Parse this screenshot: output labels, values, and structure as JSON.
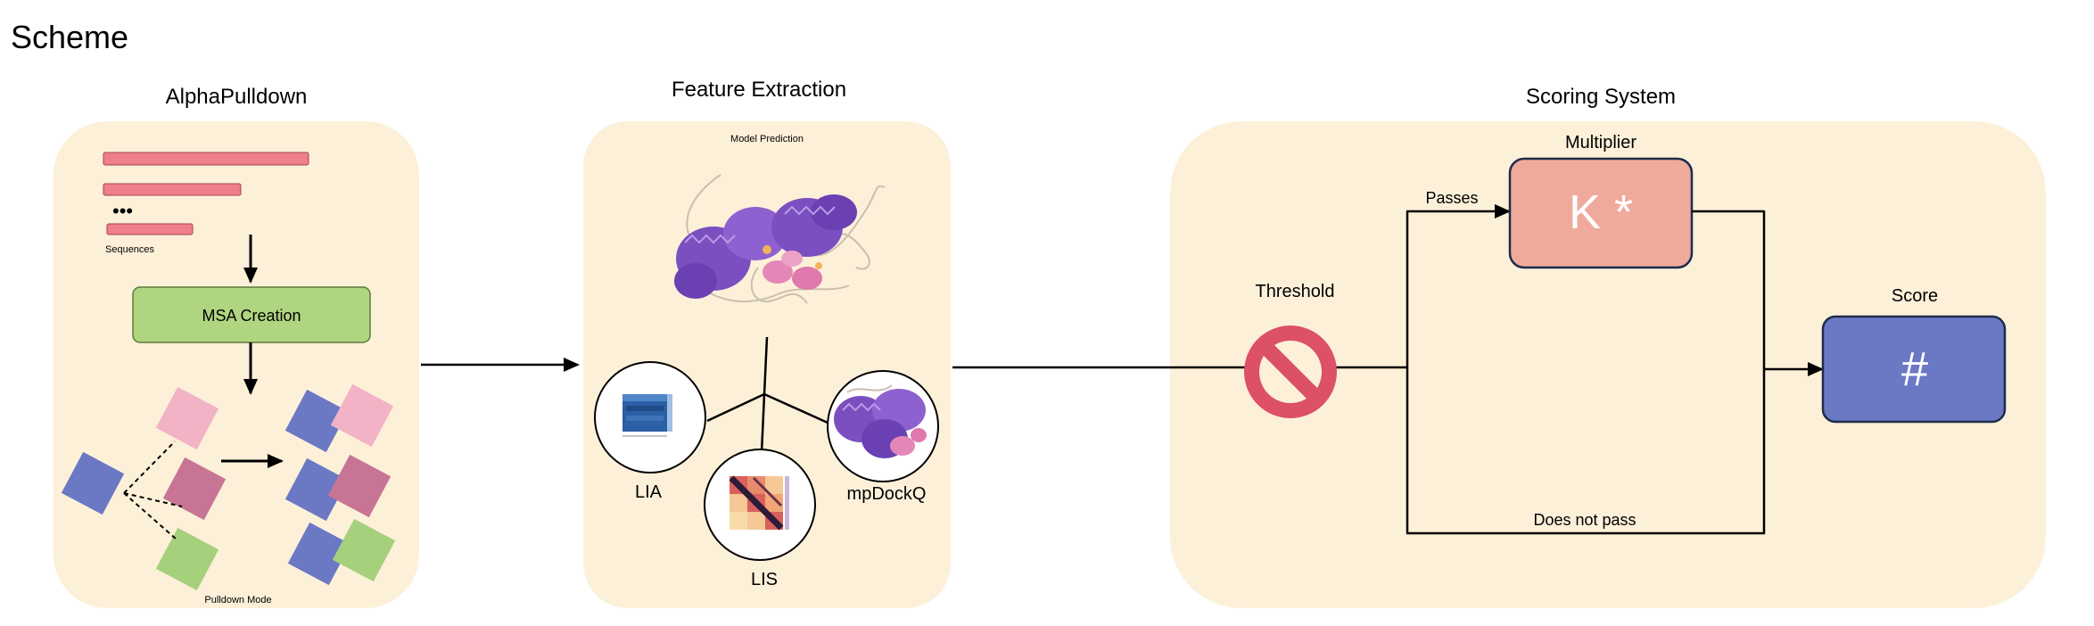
{
  "page": {
    "title": "Scheme"
  },
  "colors": {
    "panel": "#fdf0d9",
    "sequence": "#ef7f8a",
    "msa_box": "#b0d580",
    "blue_square": "#6b78c4",
    "pink_square": "#f2b3c6",
    "magenta_square": "#c87595",
    "green_square": "#a6d07c",
    "protein": "#7b4fc0",
    "threshold": "#dc5068",
    "multiplier_box": "#efaa9c",
    "score_box": "#6b78c4"
  },
  "alphapulldown": {
    "title": "AlphaPulldown",
    "sequences_label": "Sequences",
    "ellipsis": "•••",
    "msa_label": "MSA Creation",
    "mode_label": "Pulldown Mode"
  },
  "feature_extraction": {
    "title": "Feature Extraction",
    "model_label": "Model Prediction",
    "features": [
      "LIA",
      "LIS",
      "mpDockQ"
    ]
  },
  "scoring": {
    "title": "Scoring System",
    "threshold_label": "Threshold",
    "multiplier_label": "Multiplier",
    "multiplier_symbol": "K *",
    "passes_label": "Passes",
    "fail_label": "Does not pass",
    "score_label": "Score",
    "score_symbol": "#"
  }
}
